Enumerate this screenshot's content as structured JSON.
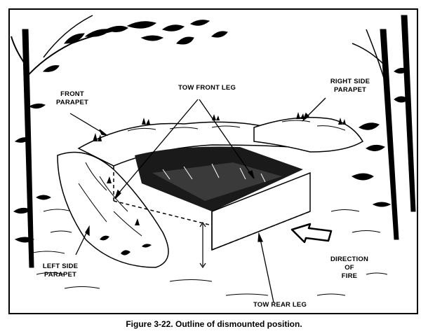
{
  "labels": {
    "front_parapet": "FRONT\nPARAPET",
    "tow_front_leg": "TOW FRONT LEG",
    "right_side_parapet": "RIGHT SIDE\nPARAPET",
    "left_side_parapet": "LEFT SIDE\nPARAPET",
    "direction_of_fire": "DIRECTION\nOF\nFIRE",
    "tow_rear_leg": "TOW REAR LEG"
  },
  "caption": "Figure 3-22.  Outline of dismounted position."
}
